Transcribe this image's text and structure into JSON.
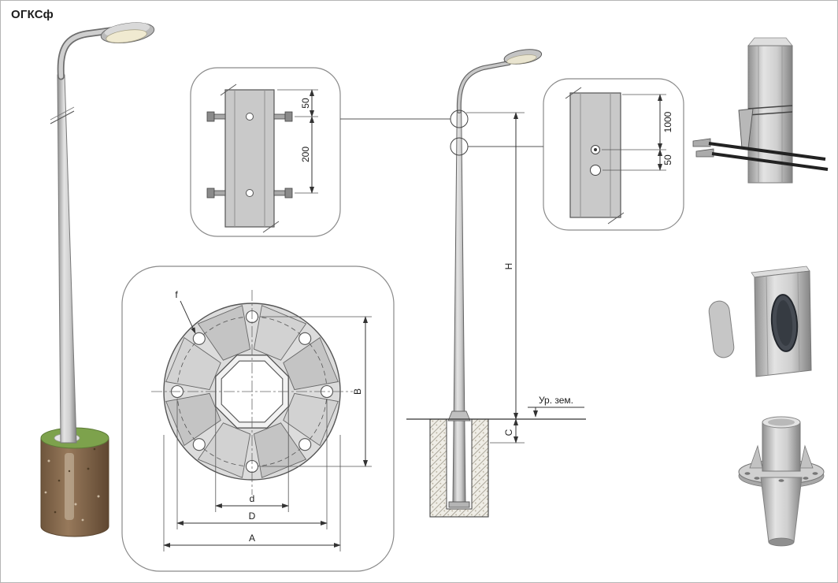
{
  "title": "ОГКСф",
  "top_mount_detail": {
    "dim_offset": "50",
    "dim_spacing": "200"
  },
  "grounding_detail": {
    "dim_height": "1000",
    "dim_spacing": "50"
  },
  "flange_plan": {
    "hole_label": "f",
    "dim_B": "B",
    "dim_d": "d",
    "dim_D": "D",
    "dim_A": "A"
  },
  "elevation": {
    "dim_height": "H",
    "dim_embed": "C",
    "ground_level": "Ур. зем."
  }
}
